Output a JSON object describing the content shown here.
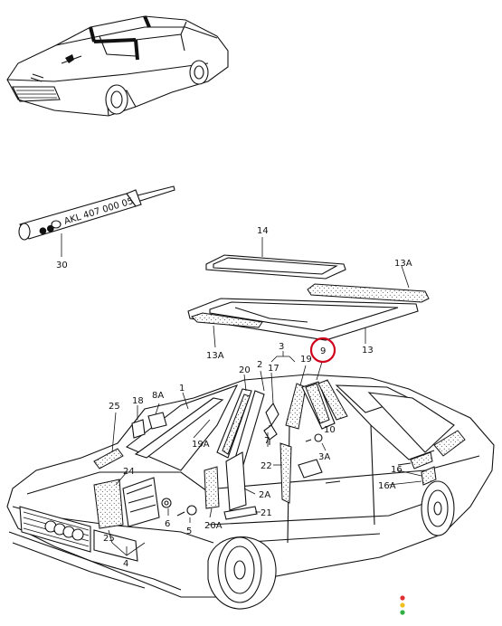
{
  "tube_label": "AKL 407 000 05",
  "highlight_color": "#d0021b",
  "callouts": [
    {
      "id": "c-30",
      "text": "30"
    },
    {
      "id": "c-14",
      "text": "14"
    },
    {
      "id": "c-13A-right",
      "text": "13A"
    },
    {
      "id": "c-13A-left",
      "text": "13A"
    },
    {
      "id": "c-13",
      "text": "13"
    },
    {
      "id": "c-3",
      "text": "3"
    },
    {
      "id": "c-9",
      "text": "9"
    },
    {
      "id": "c-19",
      "text": "19"
    },
    {
      "id": "c-20",
      "text": "20"
    },
    {
      "id": "c-2",
      "text": "2"
    },
    {
      "id": "c-17",
      "text": "17"
    },
    {
      "id": "c-25-top",
      "text": "25"
    },
    {
      "id": "c-18",
      "text": "18"
    },
    {
      "id": "c-8A",
      "text": "8A"
    },
    {
      "id": "c-1",
      "text": "1"
    },
    {
      "id": "c-10",
      "text": "10"
    },
    {
      "id": "c-19A",
      "text": "19A"
    },
    {
      "id": "c-7",
      "text": "7"
    },
    {
      "id": "c-3A",
      "text": "3A"
    },
    {
      "id": "c-24",
      "text": "24"
    },
    {
      "id": "c-22",
      "text": "22"
    },
    {
      "id": "c-16",
      "text": "16"
    },
    {
      "id": "c-16A",
      "text": "16A"
    },
    {
      "id": "c-2A",
      "text": "2A"
    },
    {
      "id": "c-21",
      "text": "21"
    },
    {
      "id": "c-6",
      "text": "6"
    },
    {
      "id": "c-5",
      "text": "5"
    },
    {
      "id": "c-20A",
      "text": "20A"
    },
    {
      "id": "c-25-bottom",
      "text": "25"
    },
    {
      "id": "c-4",
      "text": "4"
    }
  ],
  "status_dots": [
    "#e03030",
    "#f0c020",
    "#30b040"
  ]
}
